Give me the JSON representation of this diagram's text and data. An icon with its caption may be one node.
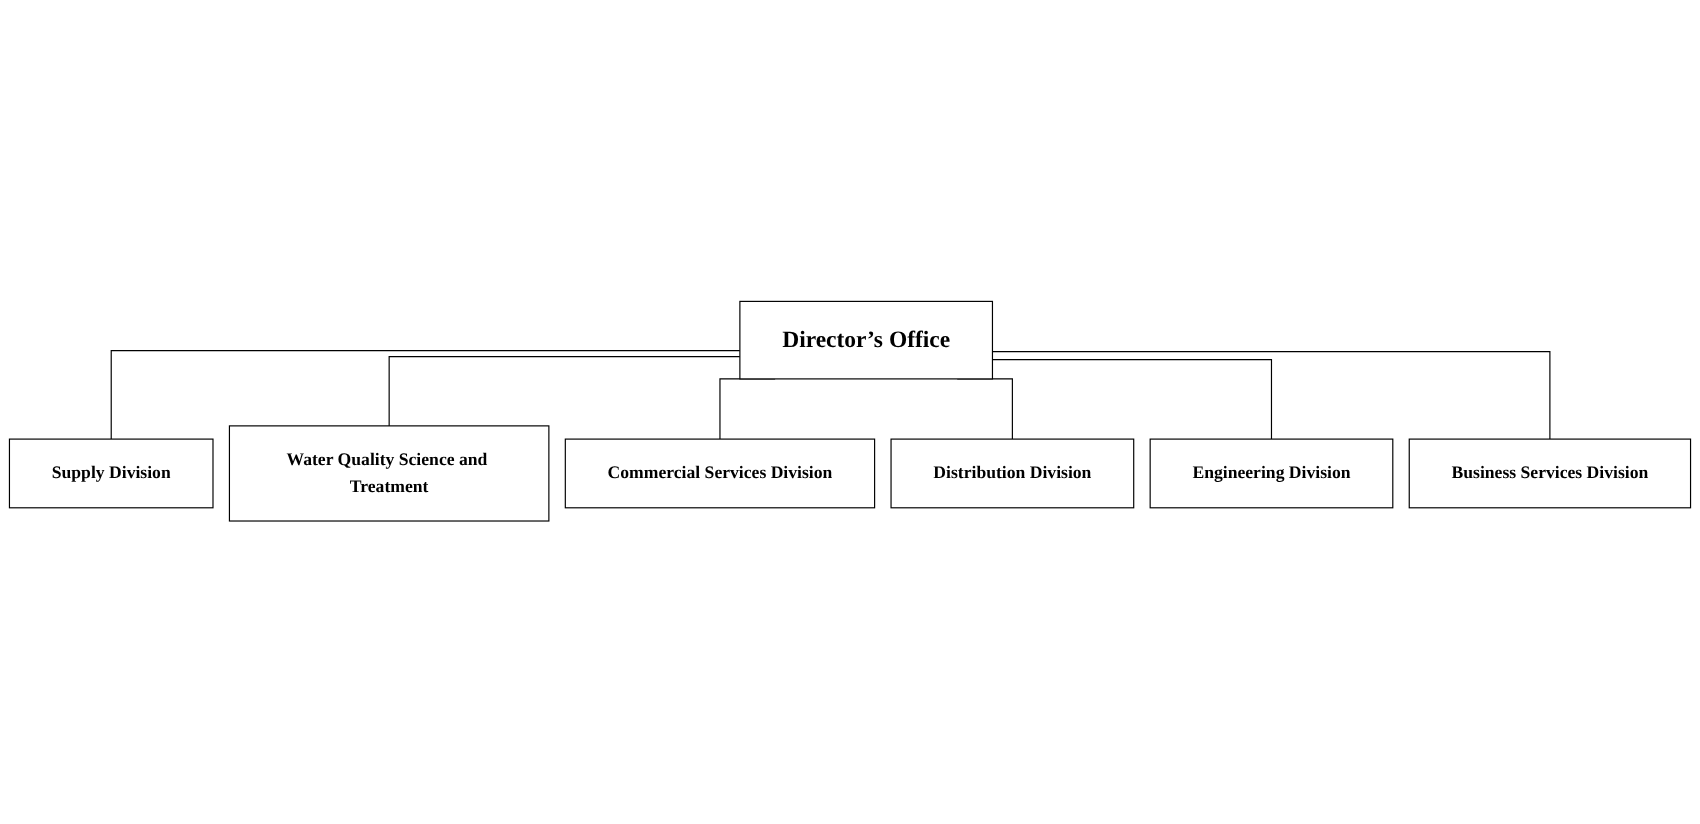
{
  "diagram": {
    "nodes": [
      {
        "text": [
          "Director’s Office"
        ]
      },
      {
        "text": [
          "Water Quality Science and Treatment"
        ]
      },
      {
        "text": [
          "Distribution Division"
        ]
      },
      {
        "text": [
          "Business Services Division"
        ]
      },
      {
        "text": [
          "Supply Division"
        ]
      },
      {
        "text": [
          "Commercial Services Division"
        ]
      },
      {
        "text": [
          "Engineering Division"
        ]
      }
    ],
    "edges": [
      {
        "from": 0,
        "to": 4,
        "arrow": "none"
      },
      {
        "from": 0,
        "to": 1,
        "arrow": "none"
      },
      {
        "from": 0,
        "to": 5,
        "arrow": "none"
      },
      {
        "from": 0,
        "to": 2,
        "arrow": "none"
      },
      {
        "from": 0,
        "to": 6,
        "arrow": "none"
      },
      {
        "from": 0,
        "to": 3,
        "arrow": "none"
      }
    ]
  }
}
